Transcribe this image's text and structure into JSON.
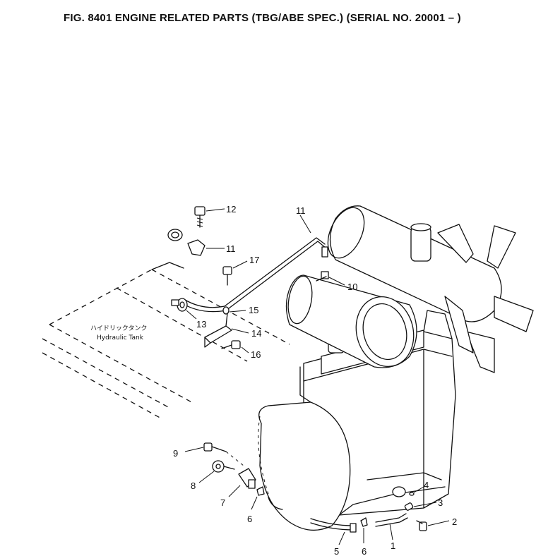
{
  "figure": {
    "title": "FIG. 8401  ENGINE RELATED PARTS (TBG/ABE SPEC.) (SERIAL NO. 20001 – )"
  },
  "tank_label": {
    "jp": "ハイドリックタンク",
    "en": "Hydraulic Tank"
  },
  "callouts": {
    "c12": "12",
    "c11a": "11",
    "c11b": "11",
    "c17": "17",
    "c10": "10",
    "c15": "15",
    "c13": "13",
    "c14": "14",
    "c16": "16",
    "c9": "9",
    "c8": "8",
    "c7": "7",
    "c6a": "6",
    "c4": "4",
    "c3": "3",
    "c2": "2",
    "c5": "5",
    "c6b": "6",
    "c1": "1"
  }
}
